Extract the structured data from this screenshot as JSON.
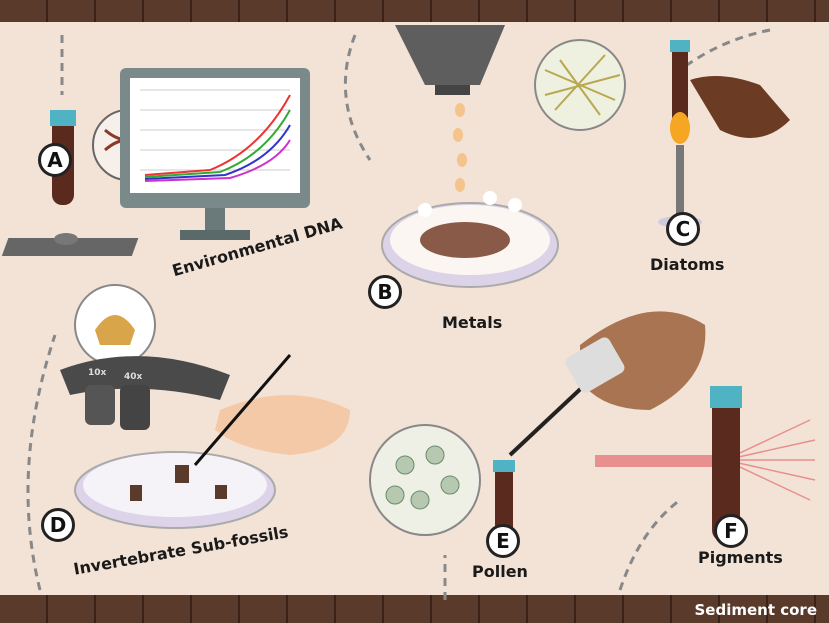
{
  "labels": {
    "a_text": "Environmental DNA",
    "b_text": "Metals",
    "c_text": "Diatoms",
    "d_text": "Invertebrate Sub-fossils",
    "e_text": "Pollen",
    "f_text": "Pigments",
    "core_text": "Sediment core"
  },
  "badges": {
    "a": "A",
    "b": "B",
    "c": "C",
    "d": "D",
    "e": "E",
    "f": "F"
  },
  "microscope_lenses": [
    "10x",
    "40x"
  ],
  "colors": {
    "background": "#f3e3d6",
    "sediment": "#5b2a1e",
    "tube_cap": "#4fb3c4",
    "wood": "#5a3a2a",
    "laser": "#e8908f"
  }
}
